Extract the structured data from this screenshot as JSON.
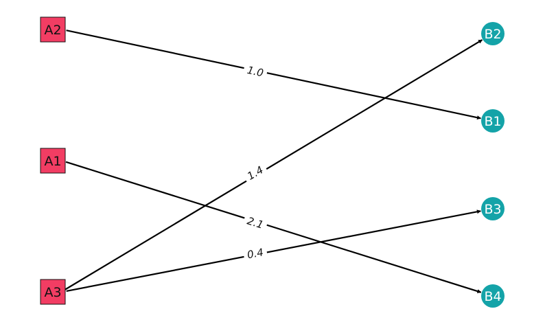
{
  "colors": {
    "source_fill": "#f23d63",
    "target_fill": "#14a3a8",
    "source_text": "#111111",
    "target_text": "#ffffff",
    "edge": "#000000"
  },
  "nodes": [
    {
      "id": "A2",
      "label": "A2",
      "group": "source",
      "shape": "square"
    },
    {
      "id": "A1",
      "label": "A1",
      "group": "source",
      "shape": "square"
    },
    {
      "id": "A3",
      "label": "A3",
      "group": "source",
      "shape": "square"
    },
    {
      "id": "B2",
      "label": "B2",
      "group": "target",
      "shape": "circle"
    },
    {
      "id": "B1",
      "label": "B1",
      "group": "target",
      "shape": "circle"
    },
    {
      "id": "B3",
      "label": "B3",
      "group": "target",
      "shape": "circle"
    },
    {
      "id": "B4",
      "label": "B4",
      "group": "target",
      "shape": "circle"
    }
  ],
  "edges": [
    {
      "from": "A2",
      "to": "B1",
      "label": "1.0",
      "directed": true
    },
    {
      "from": "A3",
      "to": "B2",
      "label": "1.4",
      "directed": true
    },
    {
      "from": "A1",
      "to": "B4",
      "label": "2.1",
      "directed": true
    },
    {
      "from": "A3",
      "to": "B3",
      "label": "0.4",
      "directed": true
    }
  ]
}
